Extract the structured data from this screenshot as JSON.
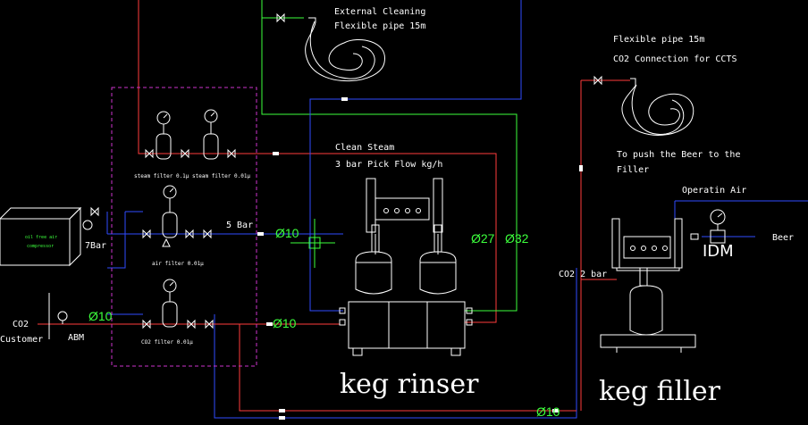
{
  "colors": {
    "background": "#000000",
    "red_line": "#ff3b3b",
    "green_line": "#3cff3c",
    "blue_line": "#2f4bff",
    "dashed_box": "#cc33cc",
    "equipment": "#ffffff"
  },
  "labels": {
    "external_cleaning_line1": "External Cleaning",
    "external_cleaning_line2": "Flexible pipe 15m",
    "flexible_pipe": "Flexible pipe 15m",
    "co2_connection": "CO2 Connection for CCTS",
    "push_beer_line1": "To push the Beer to the",
    "push_beer_line2": "Filler",
    "clean_steam": "Clean Steam",
    "steam_flow": "3 bar Pick Flow kg/h",
    "operating_air": "Operatin Air",
    "five_bar": "5 Bar",
    "seven_bar": "7Bar",
    "co2_2bar": "CO2  2 bar",
    "co2_customer_line1": "CO2",
    "co2_customer_line2": "Customer",
    "abm": "ABM",
    "beer": "Beer",
    "idm": "IDM",
    "keg_rinser": "keg rinser",
    "keg_filler": "keg filler",
    "dia_10_air": "Ø10",
    "dia_10_co2_in": "Ø10",
    "dia_10_co2_out": "Ø10",
    "dia_10_bottom": "Ø10",
    "dia_27": "Ø27",
    "dia_32": "Ø32",
    "steam_filters": "steam filter 0.1µ  steam filter 0.01µ",
    "air_filter": "air filter 0.01µ",
    "co2_filter": "CO2 filter 0.01µ",
    "compressor_line1": "oil free air",
    "compressor_line2": "compressor"
  }
}
